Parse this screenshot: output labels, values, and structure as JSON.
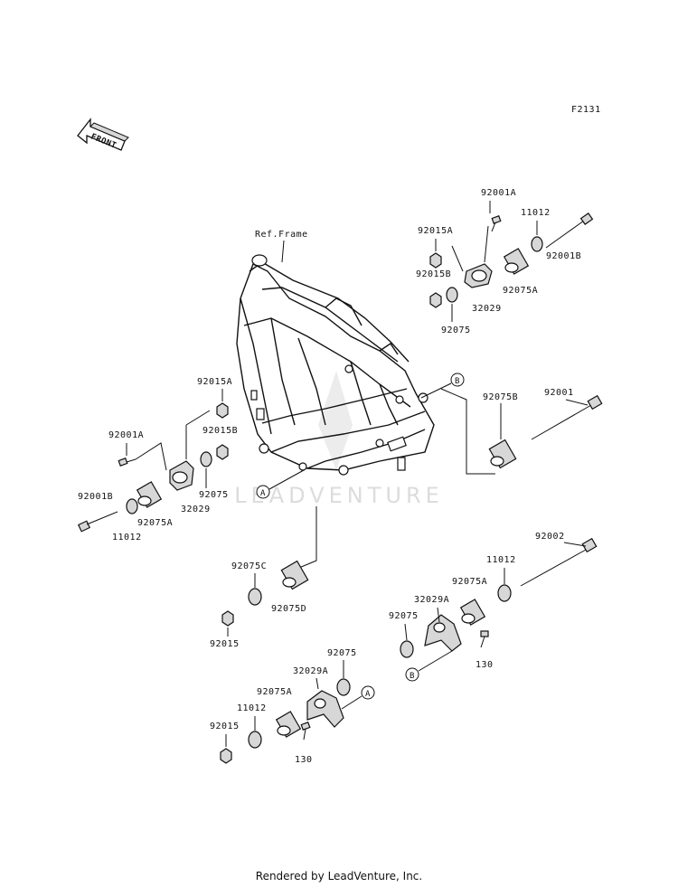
{
  "figure_code": "F2131",
  "front_arrow_label": "FRONT",
  "frame_label": "Ref.Frame",
  "watermark": "LEADVENTURE",
  "footer": "Rendered by LeadVenture, Inc.",
  "callouts": {
    "a": "A",
    "b": "B"
  },
  "part_labels": {
    "p92001A_top": "92001A",
    "p92015A_top": "92015A",
    "p11012_top": "11012",
    "p92015B_top": "92015B",
    "p92001B_top": "92001B",
    "p32029_top": "32029",
    "p92075A_top": "92075A",
    "p92075_top": "92075",
    "p92015A_left": "92015A",
    "p92001A_left": "92001A",
    "p92015B_left": "92015B",
    "p92075_left": "92075",
    "p32029_left": "32029",
    "p92001B_left": "92001B",
    "p92075A_left": "92075A",
    "p11012_left": "11012",
    "p92001": "92001",
    "p92075B": "92075B",
    "p92075C": "92075C",
    "p92075D": "92075D",
    "p92015_mid": "92015",
    "p92002": "92002",
    "p11012_right": "11012",
    "p92075A_right": "92075A",
    "p32029A_right": "32029A",
    "p92075_right": "92075",
    "p130_right": "130",
    "p92075_bottom": "92075",
    "p32029A_bottom": "32029A",
    "p92075A_bottom": "92075A",
    "p11012_bottom": "11012",
    "p92015_bottom": "92015",
    "p130_bottom": "130"
  }
}
